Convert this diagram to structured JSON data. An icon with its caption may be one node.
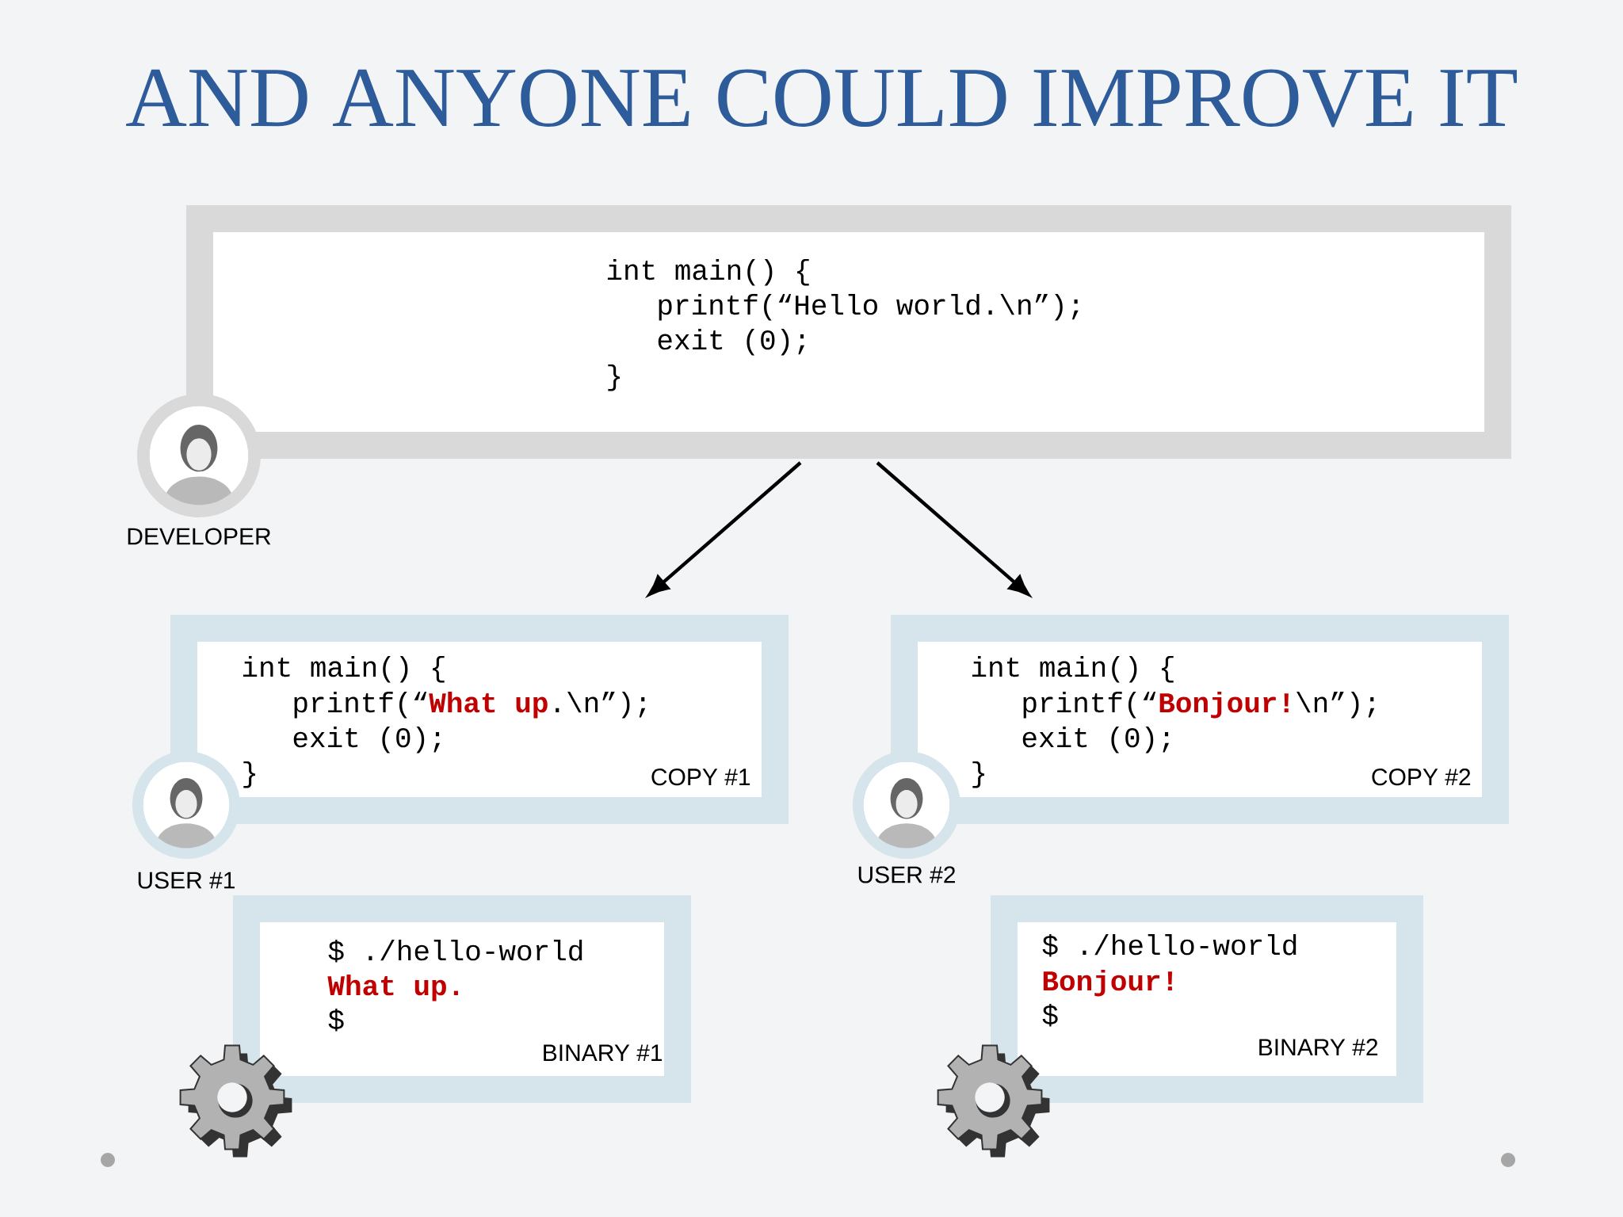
{
  "diagram": {
    "title": "AND ANYONE COULD IMPROVE IT",
    "nodes": [
      {
        "text": [
          "int main() {",
          "printf(“Hello world.\\n”);",
          "exit (0);",
          "}"
        ]
      },
      {
        "text": [],
        "shape": "person",
        "beside": [
          "DEVELOPER"
        ]
      },
      {
        "text": [
          "int main() {",
          "printf(“**What up**.\\n”);",
          "exit (0);",
          "}",
          "COPY #1"
        ]
      },
      {
        "text": [],
        "shape": "person",
        "beside": [
          "USER #1"
        ]
      },
      {
        "text": [
          "int main() {",
          "printf(“**Bonjour!**\\n”);",
          "exit (0);",
          "}",
          "COPY #2"
        ]
      },
      {
        "text": [],
        "shape": "person",
        "beside": [
          "USER #2"
        ]
      },
      {
        "text": [
          "$ ./hello-world",
          "What up.",
          "$",
          "BINARY #1"
        ]
      },
      {
        "text": [],
        "shape": "gear"
      },
      {
        "text": [
          "$ ./hello-world",
          "Bonjour!",
          "$",
          "BINARY #2"
        ]
      },
      {
        "text": [],
        "shape": "gear"
      }
    ],
    "edges": [
      {
        "from": 0,
        "to": 2,
        "arrow": "to"
      },
      {
        "from": 0,
        "to": 4,
        "arrow": "to"
      }
    ]
  }
}
